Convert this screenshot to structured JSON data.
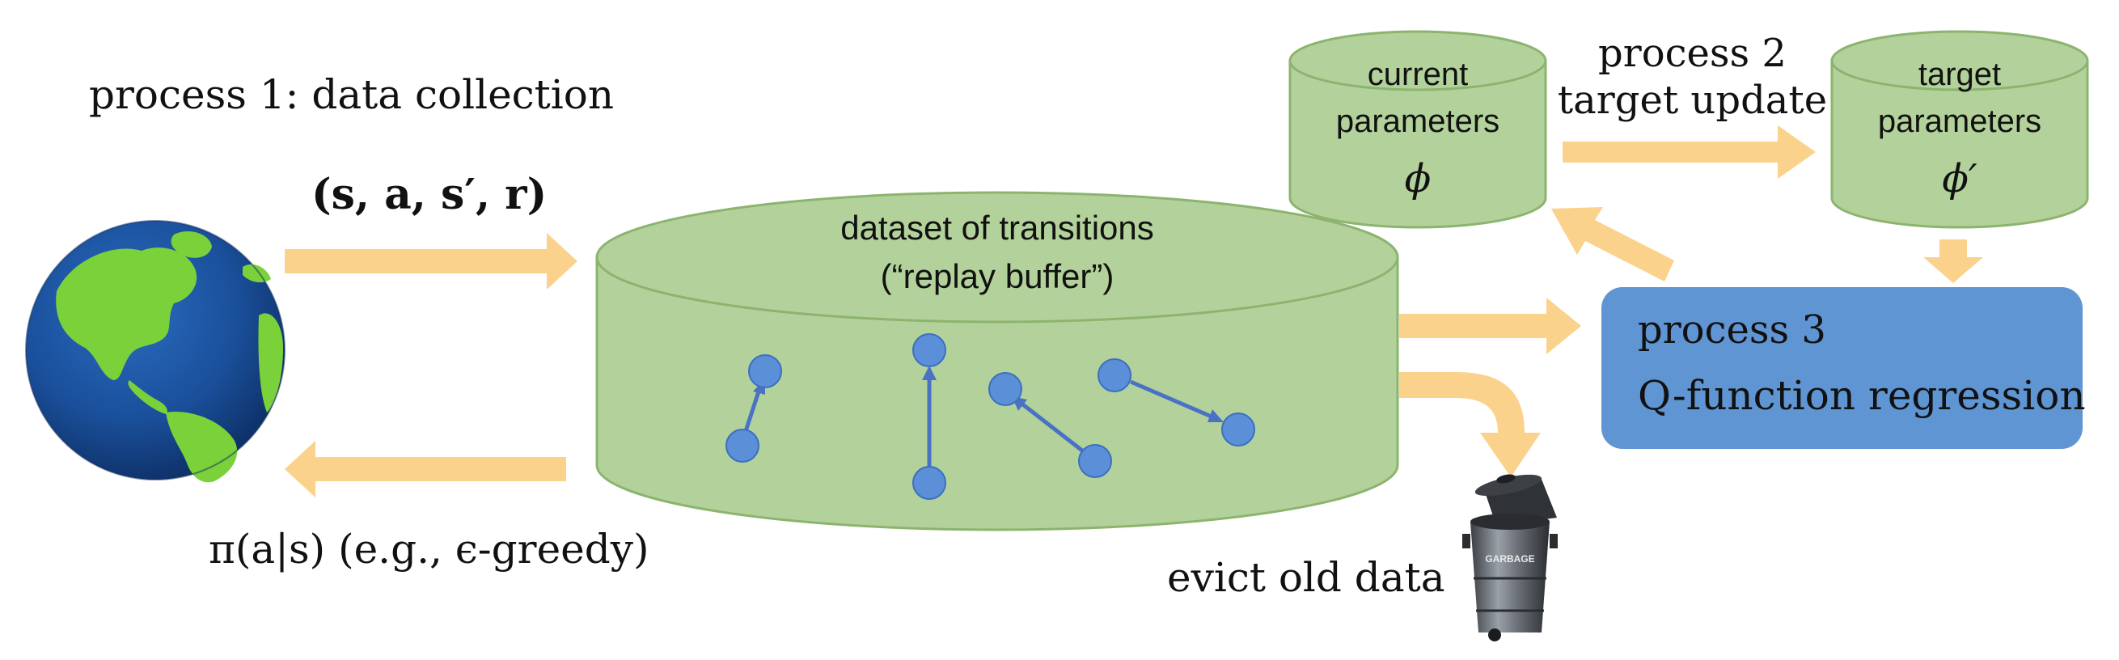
{
  "labels": {
    "process1": "process 1: data collection",
    "tuple": "(s, a, s′, r)",
    "policy": "π(a|s) (e.g., ϵ-greedy)",
    "buffer_line1": "dataset of transitions",
    "buffer_line2": "(“replay buffer”)",
    "current_line1": "current",
    "current_line2": "parameters",
    "current_symbol": "ϕ",
    "process2_line1": "process 2",
    "process2_line2": "target update",
    "target_line1": "target",
    "target_line2": "parameters",
    "target_symbol": "ϕ′",
    "process3_line1": "process 3",
    "process3_line2": "Q-function regression",
    "evict": "evict old data",
    "garbage": "GARBAGE"
  },
  "colors": {
    "arrow": "#fad28c",
    "cylinder_fill": "#b3d29b",
    "cylinder_stroke": "#8cb46e",
    "dot": "#5b8fd7",
    "dot_stroke": "#3c6fc0",
    "link": "#4a72c4",
    "q_box": "#5f95d3",
    "ocean": "#1a4f9a",
    "land": "#7ad13a"
  },
  "icons": {
    "earth": "earth-globe-icon",
    "trash": "garbage-can-icon"
  }
}
